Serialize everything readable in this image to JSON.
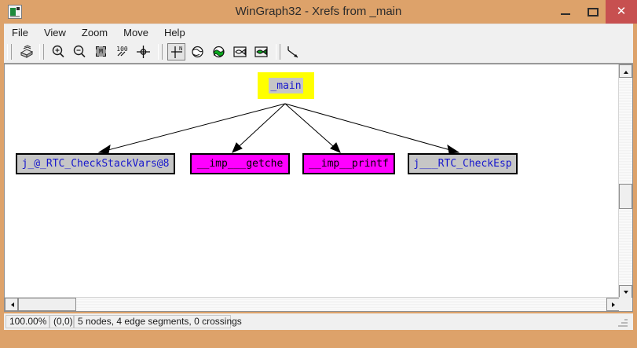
{
  "window": {
    "title": "WinGraph32 - Xrefs from _main",
    "app_icon": "graph-window-icon",
    "minimize_label": "–",
    "maximize_label": "□",
    "close_label": "✕"
  },
  "menu": {
    "items": [
      {
        "label": "File"
      },
      {
        "label": "View"
      },
      {
        "label": "Zoom"
      },
      {
        "label": "Move"
      },
      {
        "label": "Help"
      }
    ]
  },
  "toolbar": {
    "buttons": [
      {
        "name": "print-icon",
        "tooltip": "Print"
      },
      {
        "name": "zoom-in-icon",
        "tooltip": "Zoom in"
      },
      {
        "name": "zoom-out-icon",
        "tooltip": "Zoom out"
      },
      {
        "name": "fit-window-icon",
        "tooltip": "Fit window"
      },
      {
        "name": "zoom-100-icon",
        "tooltip": "Zoom 100%"
      },
      {
        "name": "center-icon",
        "tooltip": "Center graph"
      },
      {
        "name": "move-north-icon",
        "tooltip": "Move north"
      },
      {
        "name": "rotate-globe-icon",
        "tooltip": "Rotate"
      },
      {
        "name": "globe-filled-icon",
        "tooltip": "Globe"
      },
      {
        "name": "fish-outline-icon",
        "tooltip": "Fisheye off"
      },
      {
        "name": "fish-filled-icon",
        "tooltip": "Fisheye on"
      },
      {
        "name": "arrow-diagonal-icon",
        "tooltip": "Edge style"
      }
    ],
    "zoom_100_label": "100"
  },
  "graph": {
    "nodes": [
      {
        "id": "main",
        "label": "_main",
        "style": "root"
      },
      {
        "id": "checkstack",
        "label": "j_@_RTC_CheckStackVars@8",
        "style": "gray"
      },
      {
        "id": "getche",
        "label": "__imp___getche",
        "style": "mag"
      },
      {
        "id": "printf",
        "label": "__imp__printf",
        "style": "mag"
      },
      {
        "id": "checkesp",
        "label": "j___RTC_CheckEsp",
        "style": "gray"
      }
    ],
    "edges": [
      {
        "from": "main",
        "to": "checkstack"
      },
      {
        "from": "main",
        "to": "getche"
      },
      {
        "from": "main",
        "to": "printf"
      },
      {
        "from": "main",
        "to": "checkesp"
      }
    ],
    "colors": {
      "root_fill": "#ffff00",
      "node_fill": "#c6c6c6",
      "import_fill": "#ff00ff",
      "node_text": "#1818cd",
      "import_text": "#000000",
      "edge": "#000000",
      "canvas": "#ffffff"
    }
  },
  "statusbar": {
    "zoom": "100.00%",
    "coords": "(0,0)",
    "stats": "5 nodes, 4 edge segments, 0 crossings"
  },
  "scrollbars": {
    "vertical_left_arrow": "▲",
    "vertical_down_arrow": "▼",
    "horizontal_left_arrow": "◀",
    "horizontal_right_arrow": "▶"
  }
}
